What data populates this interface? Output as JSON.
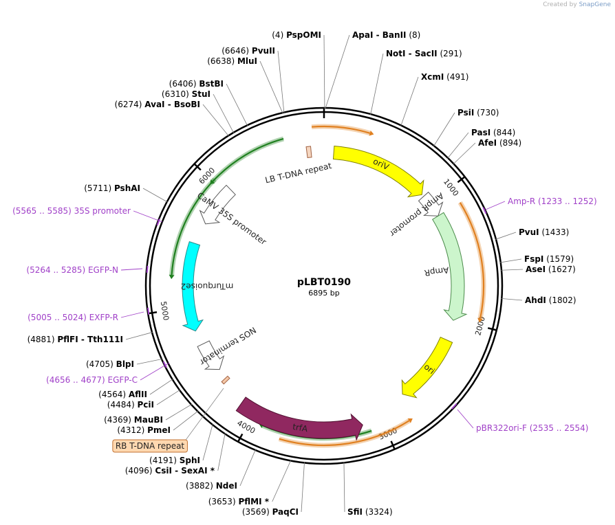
{
  "header": {
    "created_by": "Created by",
    "brand": "SnapGene"
  },
  "plasmid": {
    "name": "pLBT0190",
    "size_text": "6895 bp",
    "length": 6895
  },
  "ticks": [
    {
      "pos": 1000,
      "label": "1000"
    },
    {
      "pos": 2000,
      "label": "2000"
    },
    {
      "pos": 3000,
      "label": "3000"
    },
    {
      "pos": 4000,
      "label": "4000"
    },
    {
      "pos": 5000,
      "label": "5000"
    },
    {
      "pos": 6000,
      "label": "6000"
    }
  ],
  "enzymes": [
    {
      "pos": "(4)",
      "name": "PspOMI",
      "side": "L"
    },
    {
      "pos": "(8)",
      "name": "ApaI",
      "name2": "BanII",
      "side": "R"
    },
    {
      "pos": "(6646)",
      "name": "PvuII",
      "side": "L"
    },
    {
      "pos": "(6638)",
      "name": "MluI",
      "side": "L"
    },
    {
      "pos": "(291)",
      "name": "NotI",
      "name2": "SacII",
      "side": "R"
    },
    {
      "pos": "(491)",
      "name": "XcmI",
      "side": "R"
    },
    {
      "pos": "(6406)",
      "name": "BstBI",
      "side": "L"
    },
    {
      "pos": "(6310)",
      "name": "StuI",
      "side": "L"
    },
    {
      "pos": "(6274)",
      "name": "AvaI",
      "name2": "BsoBI",
      "side": "L"
    },
    {
      "pos": "(730)",
      "name": "PsiI",
      "side": "R"
    },
    {
      "pos": "(844)",
      "name": "PasI",
      "side": "R"
    },
    {
      "pos": "(894)",
      "name": "AfeI",
      "side": "R"
    },
    {
      "pos": "(5711)",
      "name": "PshAI",
      "side": "L"
    },
    {
      "pos": "(1433)",
      "name": "PvuI",
      "side": "R"
    },
    {
      "pos": "(1579)",
      "name": "FspI",
      "side": "R"
    },
    {
      "pos": "(1627)",
      "name": "AseI",
      "side": "R"
    },
    {
      "pos": "(1802)",
      "name": "AhdI",
      "side": "R"
    },
    {
      "pos": "(4881)",
      "name": "PflFI",
      "name2": "Tth111I",
      "side": "L"
    },
    {
      "pos": "(4705)",
      "name": "BlpI",
      "side": "L"
    },
    {
      "pos": "(4564)",
      "name": "AflII",
      "side": "L"
    },
    {
      "pos": "(4484)",
      "name": "PciI",
      "side": "L"
    },
    {
      "pos": "(4369)",
      "name": "MauBI",
      "side": "L"
    },
    {
      "pos": "(4312)",
      "name": "PmeI",
      "side": "L"
    },
    {
      "pos": "(4191)",
      "name": "SphI",
      "side": "L"
    },
    {
      "pos": "(4096)",
      "name": "CsiI",
      "name2": "SexAI *",
      "side": "L"
    },
    {
      "pos": "(3882)",
      "name": "NdeI",
      "side": "L"
    },
    {
      "pos": "(3653)",
      "name": "PflMI *",
      "side": "L"
    },
    {
      "pos": "(3569)",
      "name": "PaqCI",
      "side": "L"
    },
    {
      "pos": "(3324)",
      "name": "SfiI",
      "side": "R"
    }
  ],
  "primers": [
    {
      "name": "Amp-R",
      "range": "(1233 .. 1252)"
    },
    {
      "name": "35S promoter",
      "range": "(5565 .. 5585)"
    },
    {
      "name": "EGFP-N",
      "range": "(5264 .. 5285)"
    },
    {
      "name": "EXFP-R",
      "range": "(5005 .. 5024)"
    },
    {
      "name": "EGFP-C",
      "range": "(4656 .. 4677)"
    },
    {
      "name": "pBR322ori-F",
      "range": "(2535 .. 2554)"
    }
  ],
  "features": [
    {
      "name": "LB T-DNA repeat",
      "color": "#f5d6c0"
    },
    {
      "name": "oriV",
      "color": "#ffff00"
    },
    {
      "name": "AmpR promoter",
      "color": "#ffffff"
    },
    {
      "name": "AmpR",
      "color": "#ccf5cc"
    },
    {
      "name": "ori",
      "color": "#ffff00"
    },
    {
      "name": "trfA",
      "color": "#902860"
    },
    {
      "name": "NOS terminator",
      "color": "#ffffff"
    },
    {
      "name": "mTurquoise2",
      "color": "#00ffff"
    },
    {
      "name": "CaMV 35S promoter",
      "color": "#ffffff"
    },
    {
      "name": "RB T-DNA repeat",
      "color": "#ffd8b0"
    }
  ],
  "colors": {
    "backbone": "#000000",
    "orange_arc": "#e08020",
    "green_arc": "#208020",
    "primer": "#a040c8"
  }
}
